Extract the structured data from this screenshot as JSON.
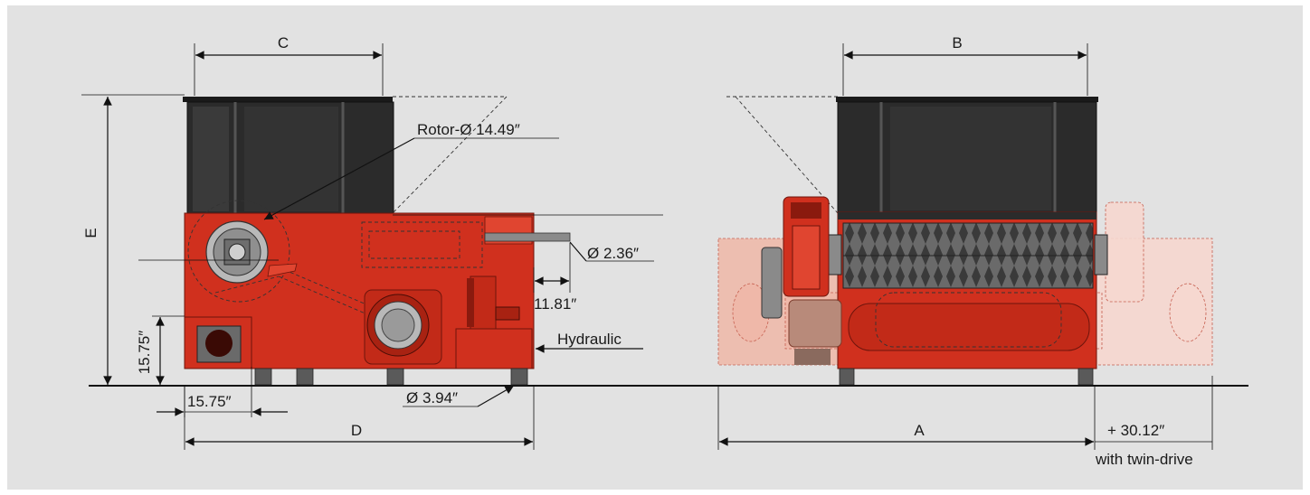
{
  "colors": {
    "background": "#e2e2e2",
    "machine_red": "#d0301e",
    "hopper_dark": "#2b2b2b",
    "ghost_drive": "#f0b8a8"
  },
  "side_view": {
    "dim_C": "C",
    "dim_D": "D",
    "dim_E": "E",
    "rotor_label": "Rotor-Ø 14.49″",
    "pipe_diameter": "Ø 2.36″",
    "pipe_length": "11.81″",
    "hydraulic_label": "Hydraulic",
    "foot_diameter": "Ø 3.94″",
    "outlet_height": "15.75″",
    "outlet_width": "15.75″"
  },
  "front_view": {
    "dim_A": "A",
    "dim_B": "B",
    "twin_drive_extra": "+ 30.12″",
    "twin_drive_note": "with twin-drive"
  }
}
